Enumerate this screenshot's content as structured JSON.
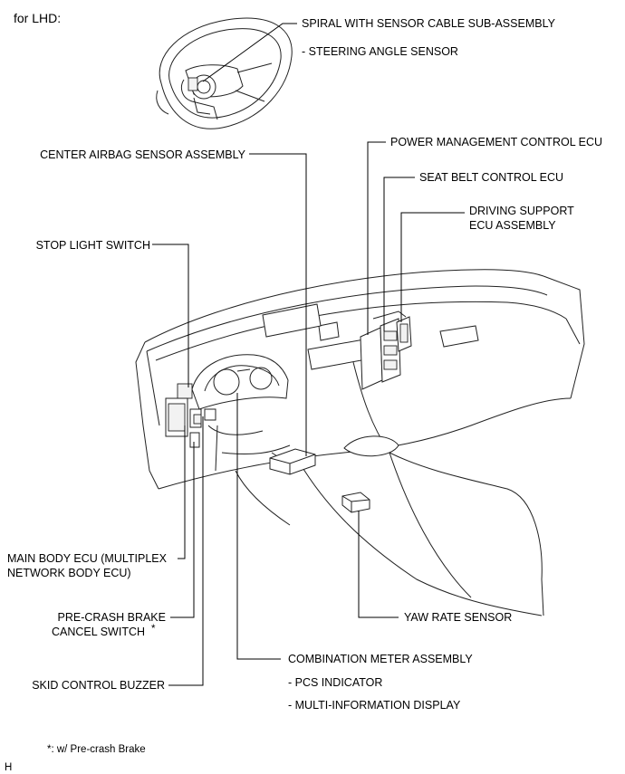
{
  "header": {
    "title": "for LHD:"
  },
  "labels": {
    "spiral": "SPIRAL WITH SENSOR CABLE SUB-ASSEMBLY",
    "steering_angle": "- STEERING ANGLE SENSOR",
    "center_airbag": "CENTER AIRBAG SENSOR ASSEMBLY",
    "power_mgmt": "POWER MANAGEMENT CONTROL ECU",
    "seat_belt": "SEAT BELT CONTROL ECU",
    "driving_support_1": "DRIVING SUPPORT",
    "driving_support_2": "ECU ASSEMBLY",
    "stop_light": "STOP LIGHT SWITCH",
    "main_body_1": "MAIN BODY ECU (MULTIPLEX",
    "main_body_2": "NETWORK BODY ECU)",
    "pre_crash_1": "PRE-CRASH BRAKE",
    "pre_crash_2": "CANCEL SWITCH",
    "pre_crash_star": "*",
    "yaw_rate": "YAW RATE SENSOR",
    "combination_meter": "COMBINATION METER ASSEMBLY",
    "pcs_indicator": "- PCS INDICATOR",
    "multi_info": "- MULTI-INFORMATION DISPLAY",
    "skid_buzzer": "SKID CONTROL BUZZER"
  },
  "footer": {
    "note": "*: w/ Pre-crash Brake",
    "code": "H"
  }
}
